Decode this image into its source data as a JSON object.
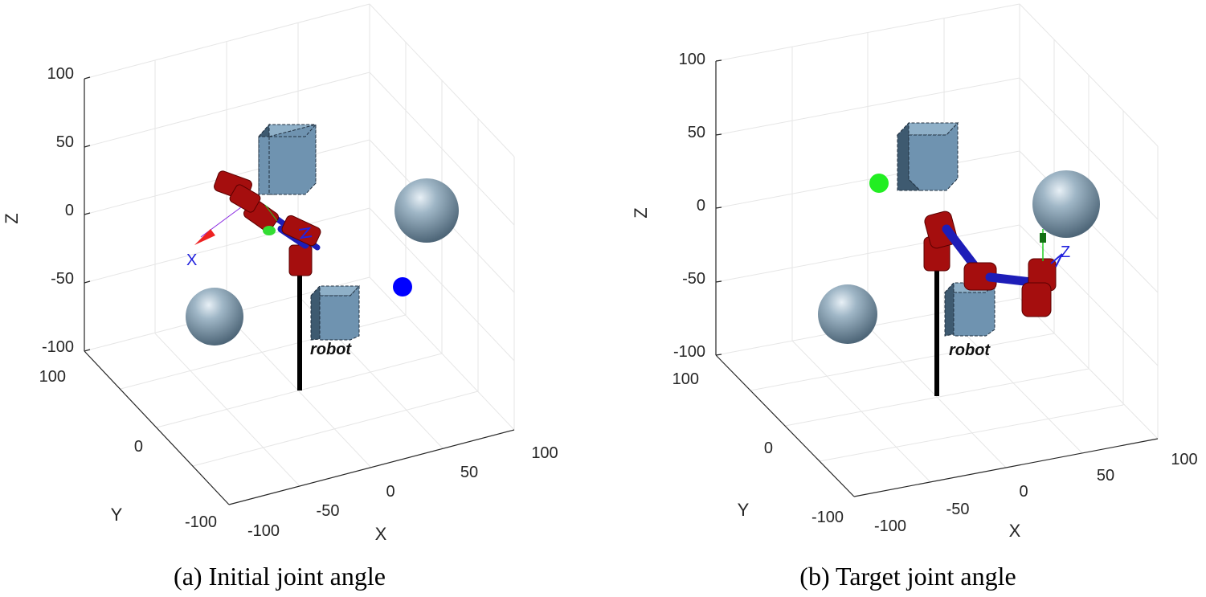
{
  "colors": {
    "axis": "#262626",
    "grid": "#e6e6e6",
    "obstacle": "#7896af",
    "robot_red": "#a50e0e",
    "robot_blue": "#1d1db8",
    "initial_marker": "#0000ff",
    "target_marker": "#22ee22"
  },
  "panels": [
    {
      "caption": "(a) Initial joint angle",
      "xlabel": "X",
      "ylabel": "Y",
      "zlabel": "Z",
      "z_ticks": [
        "100",
        "50",
        "0",
        "-50",
        "-100"
      ],
      "y_ticks": [
        "100",
        "0",
        "-100"
      ],
      "x_ticks": [
        "-100",
        "-50",
        "0",
        "50",
        "100"
      ],
      "robot_label": "robot",
      "frame_axis_label": "X"
    },
    {
      "caption": "(b) Target joint angle",
      "xlabel": "X",
      "ylabel": "Y",
      "zlabel": "Z",
      "z_ticks": [
        "100",
        "50",
        "0",
        "-50",
        "-100"
      ],
      "y_ticks": [
        "100",
        "0",
        "-100"
      ],
      "x_ticks": [
        "-100",
        "-50",
        "0",
        "50",
        "100"
      ],
      "robot_label": "robot",
      "frame_axis_label": "Z"
    }
  ]
}
